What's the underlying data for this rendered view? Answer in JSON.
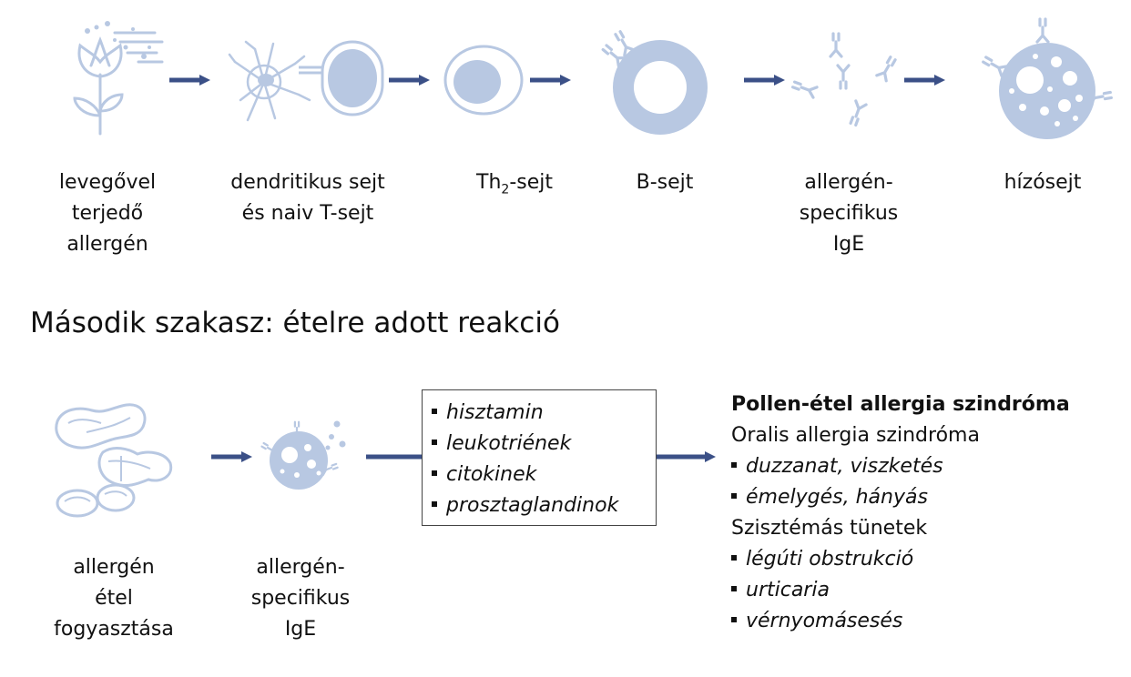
{
  "colors": {
    "icon_fill": "#b8c8e2",
    "arrow": "#3b5087",
    "text": "#111111"
  },
  "stage1": {
    "items": [
      {
        "id": "airborne-allergen",
        "lines": [
          "levegővel",
          "terjedő",
          "allergén"
        ]
      },
      {
        "id": "dendritic-cell",
        "lines": [
          "dendritikus sejt",
          "és naiv T-sejt"
        ]
      },
      {
        "id": "th2-cell",
        "prefix": "Th",
        "sub": "2",
        "suffix": "-sejt"
      },
      {
        "id": "b-cell",
        "lines": [
          "B-sejt"
        ]
      },
      {
        "id": "ige",
        "lines": [
          "allergén-",
          "specifikus",
          "IgE"
        ]
      },
      {
        "id": "mast-cell",
        "lines": [
          "hízósejt"
        ]
      }
    ]
  },
  "stage2": {
    "title": "Második szakasz: ételre adott reakció",
    "items": [
      {
        "id": "food",
        "lines": [
          "allergén",
          "étel",
          "fogyasztása"
        ]
      },
      {
        "id": "ige2",
        "lines": [
          "allergén-",
          "specifikus",
          "IgE"
        ]
      }
    ],
    "mediators": [
      "hisztamin",
      "leukotriének",
      "citokinek",
      "prosztaglandinok"
    ],
    "syndrome": {
      "title": "Pollen-étel allergia szindróma",
      "oral_heading": "Oralis allergia szindróma",
      "oral_items": [
        "duzzanat, viszketés",
        "émelygés, hányás"
      ],
      "systemic_heading": "Szisztémás tünetek",
      "systemic_items": [
        "légúti obstrukció",
        "urticaria",
        "vérnyomásesés"
      ]
    }
  }
}
